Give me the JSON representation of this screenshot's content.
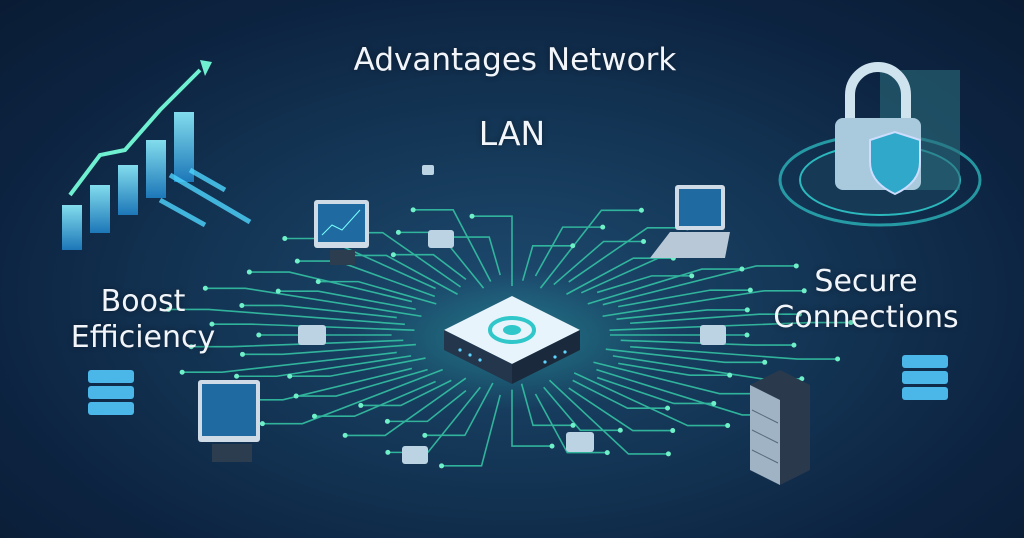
{
  "header": {
    "title": "Advantages Network",
    "subtitle": "LAN"
  },
  "left_panel": {
    "label_line1": "Boost",
    "label_line2": "Efficiency",
    "icon": "growth-chart-icon"
  },
  "right_panel": {
    "label_line1": "Secure",
    "label_line2": "Connections",
    "icon": "padlock-shield-icon"
  },
  "center": {
    "icon": "router-hub-icon"
  },
  "colors": {
    "background": "#143656",
    "accent": "#3fe0b0",
    "glow": "#5fd4ff"
  }
}
